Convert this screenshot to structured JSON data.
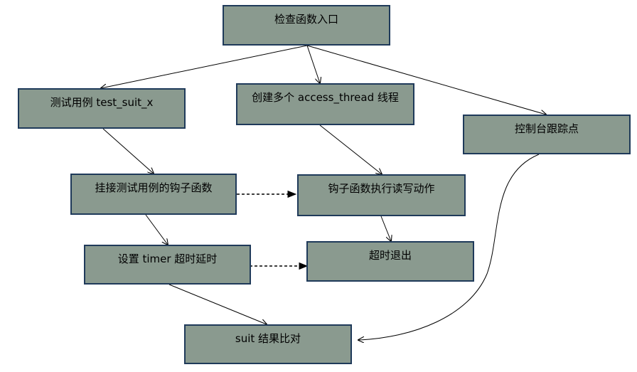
{
  "nodes": {
    "entry": "检查函数入口",
    "testcase": "测试用例 test_suit_x",
    "threads": "创建多个 access_thread 线程",
    "trace": "控制台跟踪点",
    "hook": "挂接测试用例的钩子函数",
    "hook_exec": "钩子函数执行读写动作",
    "timer": "设置 timer 超时延时",
    "timeout": "超时退出",
    "compare": "suit 结果比对"
  },
  "colors": {
    "node_fill": "#8a9a8f",
    "node_border": "#1f3a5a",
    "edge": "#000000"
  }
}
